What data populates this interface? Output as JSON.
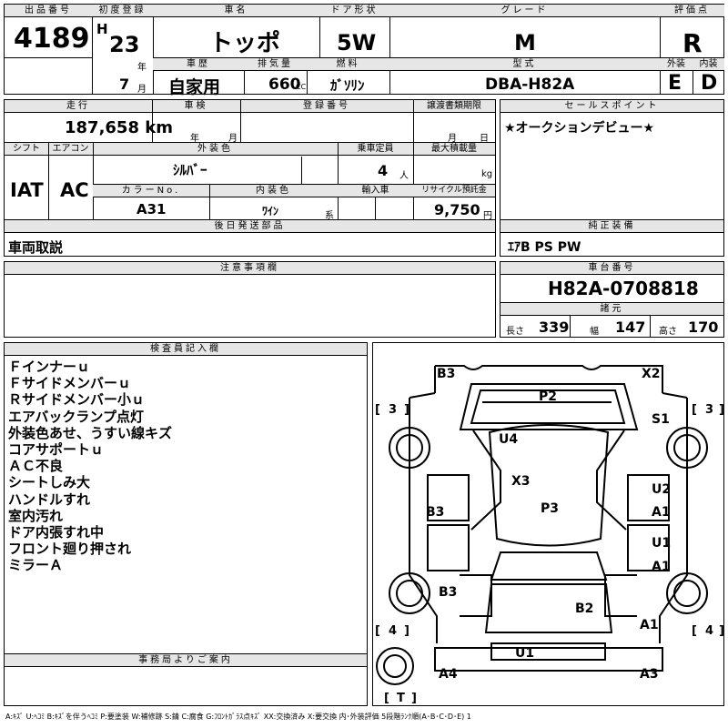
{
  "header": {
    "lot_label": "出品番号",
    "lot_number": "4189",
    "first_reg_label": "初度登録",
    "era": "H",
    "year_value": "23",
    "year_unit": "年",
    "month_value": "7",
    "month_unit": "月",
    "name_label": "車名",
    "car_name": "トッポ",
    "door_label": "ドア形状",
    "door": "5W",
    "grade_label": "グレード",
    "grade": "M",
    "score_label": "評価点",
    "score": "R",
    "history_label": "車歴",
    "history": "自家用",
    "displacement_label": "排気量",
    "displacement": "660",
    "displacement_unit": "CC",
    "fuel_label": "燃料",
    "fuel": "ｶﾞｿﾘﾝ",
    "model_label": "型式",
    "model": "DBA-H82A",
    "exterior_label": "外装",
    "exterior": "E",
    "interior_label": "内装",
    "interior": "D"
  },
  "info": {
    "mileage_label": "走行",
    "mileage": "187,658 km",
    "inspection_label": "車検",
    "insp_year_unit": "年",
    "insp_month_unit": "月",
    "reg_label": "登録番号",
    "transfer_label": "譲渡書類期限",
    "transfer_month_unit": "月",
    "transfer_day_unit": "日",
    "shift_label": "シフト",
    "shift": "IAT",
    "ac_label": "エアコン",
    "ac": "AC",
    "color_label": "外装色",
    "color": "ｼﾙﾊﾞｰ",
    "capacity_label": "乗車定員",
    "capacity": "4",
    "capacity_unit": "人",
    "load_label": "最大積載量",
    "load_unit": "kg",
    "color_no_label": "カラーNo.",
    "color_no": "A31",
    "interior_color_label": "内装色",
    "interior_color": "ﾜｲﾝ",
    "interior_color_unit": "系",
    "import_label": "輸入車",
    "recycle_label": "リサイクル預託金",
    "recycle": "9,750",
    "recycle_unit": "円",
    "later_label": "後日発送部品",
    "later": "車両取説"
  },
  "sales": {
    "label": "セールスポイント",
    "text": "★オークションデビュー★"
  },
  "equipment": {
    "label": "純正装備",
    "text": "ｴｱB PS PW"
  },
  "caution": {
    "label": "注意事項欄"
  },
  "chassis": {
    "label": "車台番号",
    "number": "H82A-0708818",
    "dims_label": "諸元",
    "length_label": "長さ",
    "length": "339",
    "width_label": "幅",
    "width": "147",
    "height_label": "高さ",
    "height": "170"
  },
  "inspector": {
    "label": "検査員記入欄",
    "notes": [
      "Ｆインナーｕ",
      "Ｆサイドメンバーｕ",
      "Ｒサイドメンバー小ｕ",
      "エアバックランプ点灯",
      "外装色あせ、うすい線キズ",
      "コアサポートｕ",
      "ＡＣ不良",
      "シートしみ大",
      "ハンドルすれ",
      "室内汚れ",
      "ドア内張すれ中",
      "フロント廻り押され",
      "ミラーＡ"
    ]
  },
  "office": {
    "label": "事務局よりご案内"
  },
  "diagram": {
    "marks": {
      "b3_top": "B3",
      "x2": "X2",
      "p2": "P2",
      "s1": "S1",
      "u4": "U4",
      "x3": "X3",
      "u2": "U2",
      "a1_a": "A1",
      "b3_left": "B3",
      "p3": "P3",
      "u1": "U1",
      "a1_b": "A1",
      "b3_lower": "B3",
      "b2": "B2",
      "a1_c": "A1",
      "u1_bottom": "U1",
      "a4": "A4",
      "a3": "A3"
    },
    "tires": {
      "fl": "3",
      "fr": "3",
      "rl": "4",
      "rr": "4",
      "spare": "T"
    }
  },
  "legend": "A:ｷｽﾞ U:ﾍｺﾐ B:ｷｽﾞを伴うﾍｺﾐ P:要塗装 W:補修跡 S:錆 C:腐食 G:ﾌﾛﾝﾄｶﾞﾗｽ点ｷｽﾞ XX:交換済み X:要交換 内･外装評価 5段階ﾗﾝｸ順(A･B･C･D･E) 1"
}
